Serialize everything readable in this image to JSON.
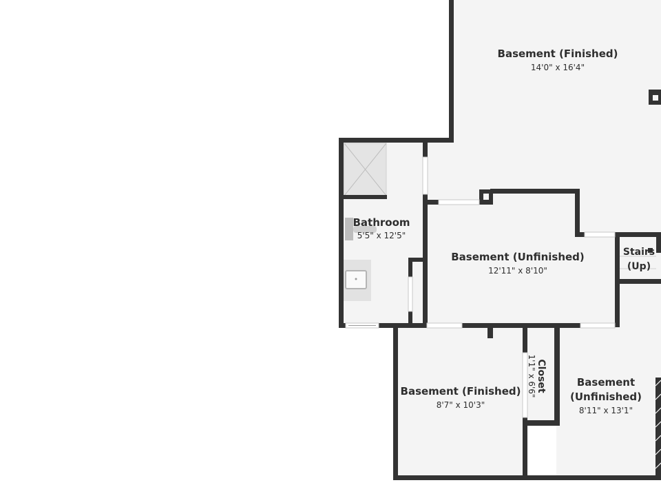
{
  "rooms": [
    {
      "name": "Basement (Finished)",
      "dims": "14'0\" x 16'4\""
    },
    {
      "name": "Bathroom",
      "dims": "5'5\" x 12'5\""
    },
    {
      "name": "Basement (Unfinished)",
      "dims": "12'11\" x 8'10\""
    },
    {
      "name_lines": [
        "Stairs",
        "(Up)"
      ]
    },
    {
      "name": "Basement (Finished)",
      "dims": "8'7\" x 10'3\""
    },
    {
      "name": "Closet",
      "dims": "1'1\" x 6'6\""
    },
    {
      "name_lines": [
        "Basement",
        "(Unfinished)"
      ],
      "dims": "8'11\" x 13'1\""
    }
  ],
  "colors": {
    "wall": "#333333",
    "floor": "#f4f4f4",
    "fixture": "#d6d6d6",
    "background": "#ffffff"
  }
}
